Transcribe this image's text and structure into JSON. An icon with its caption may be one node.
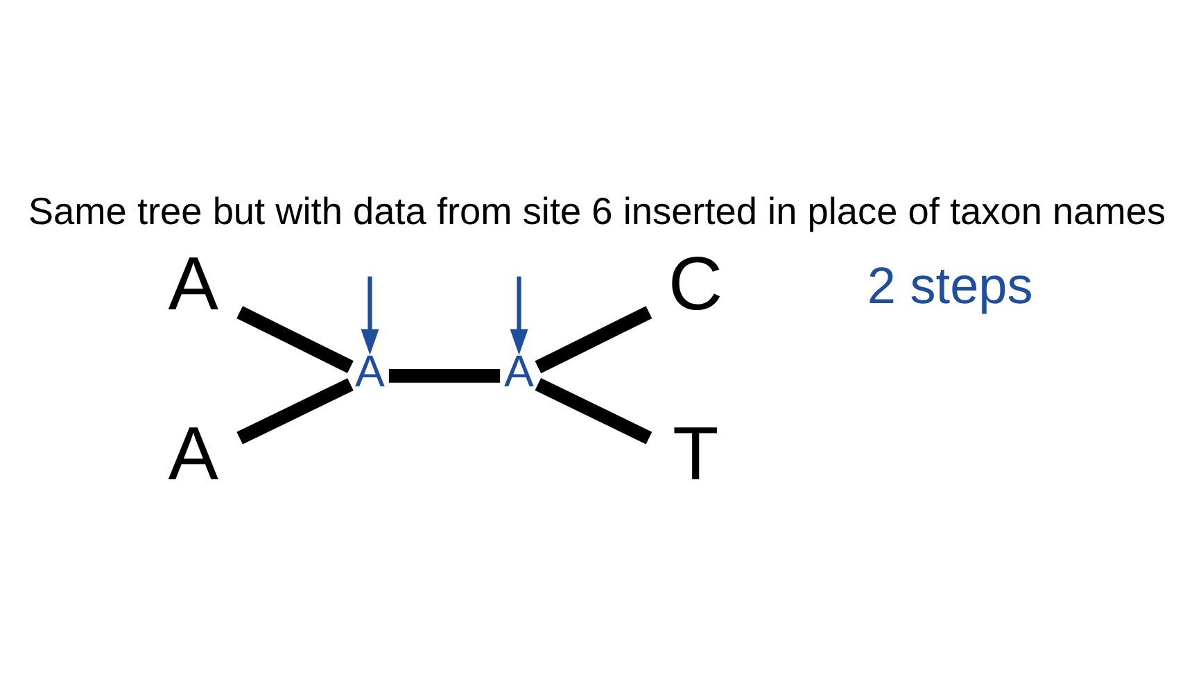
{
  "diagram": {
    "title": "Same tree but with data from site 6 inserted in place of taxon names",
    "nodes": [
      {
        "text": [
          "A"
        ]
      },
      {
        "text": [
          "A"
        ]
      },
      {
        "text": [
          "A"
        ]
      },
      {
        "text": [
          "A"
        ]
      },
      {
        "text": [
          "C"
        ]
      },
      {
        "text": [
          "T"
        ]
      }
    ],
    "edges": [
      {
        "from": 0,
        "to": 2,
        "arrow": "none"
      },
      {
        "from": 1,
        "to": 2,
        "arrow": "none"
      },
      {
        "from": 2,
        "to": 3,
        "arrow": "none"
      },
      {
        "from": 3,
        "to": 4,
        "arrow": "none"
      },
      {
        "from": 3,
        "to": 5,
        "arrow": "none"
      },
      {
        "from": null,
        "to": 2,
        "arrow": "to",
        "color": "#1f4e9c"
      },
      {
        "from": null,
        "to": 3,
        "arrow": "to",
        "color": "#1f4e9c"
      }
    ],
    "labels": [
      "2 steps"
    ]
  }
}
